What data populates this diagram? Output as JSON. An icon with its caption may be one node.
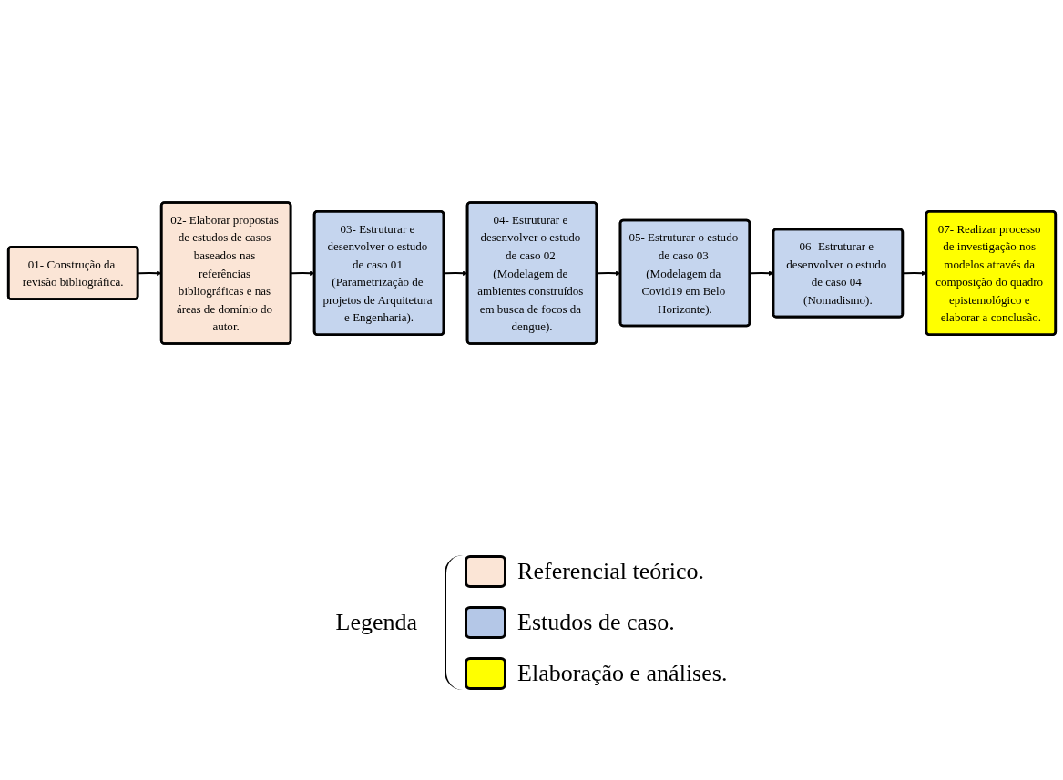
{
  "diagram": {
    "nodes": [
      {
        "text": [
          "01- Construção da revisão bibliográfica."
        ]
      },
      {
        "text": [
          "02- Elaborar propostas de estudos de casos baseados nas referências bibliográficas e nas áreas de domínio do autor."
        ]
      },
      {
        "text": [
          "03- Estruturar e desenvolver o estudo de caso 01 (Parametrização de projetos de Arquitetura e Engenharia)."
        ]
      },
      {
        "text": [
          "04- Estruturar e desenvolver o estudo de caso 02 (Modelagem de ambientes construídos em busca de focos da dengue)."
        ]
      },
      {
        "text": [
          "05- Estruturar o estudo de caso 03 (Modelagem da Covid19 em Belo Horizonte)."
        ]
      },
      {
        "text": [
          "06- Estruturar e desenvolver o estudo de caso 04 (Nomadismo)."
        ]
      },
      {
        "text": [
          "07- Realizar processo de investigação nos modelos através da composição do quadro epistemológico e elaborar a conclusão."
        ]
      }
    ],
    "edges": [
      {
        "from": 0,
        "to": 1,
        "arrow": "to"
      },
      {
        "from": 1,
        "to": 2,
        "arrow": "to"
      },
      {
        "from": 2,
        "to": 3,
        "arrow": "to"
      },
      {
        "from": 3,
        "to": 4,
        "arrow": "to"
      },
      {
        "from": 4,
        "to": 5,
        "arrow": "to"
      },
      {
        "from": 5,
        "to": 6,
        "arrow": "to"
      }
    ],
    "labels": [
      "Legenda"
    ],
    "legend": [
      {
        "text": "Referencial teórico.",
        "color": "#fbe5d6"
      },
      {
        "text": "Estudos de caso.",
        "color": "#b4c7e7"
      },
      {
        "text": "Elaboração e análises.",
        "color": "#ffff00"
      }
    ]
  }
}
